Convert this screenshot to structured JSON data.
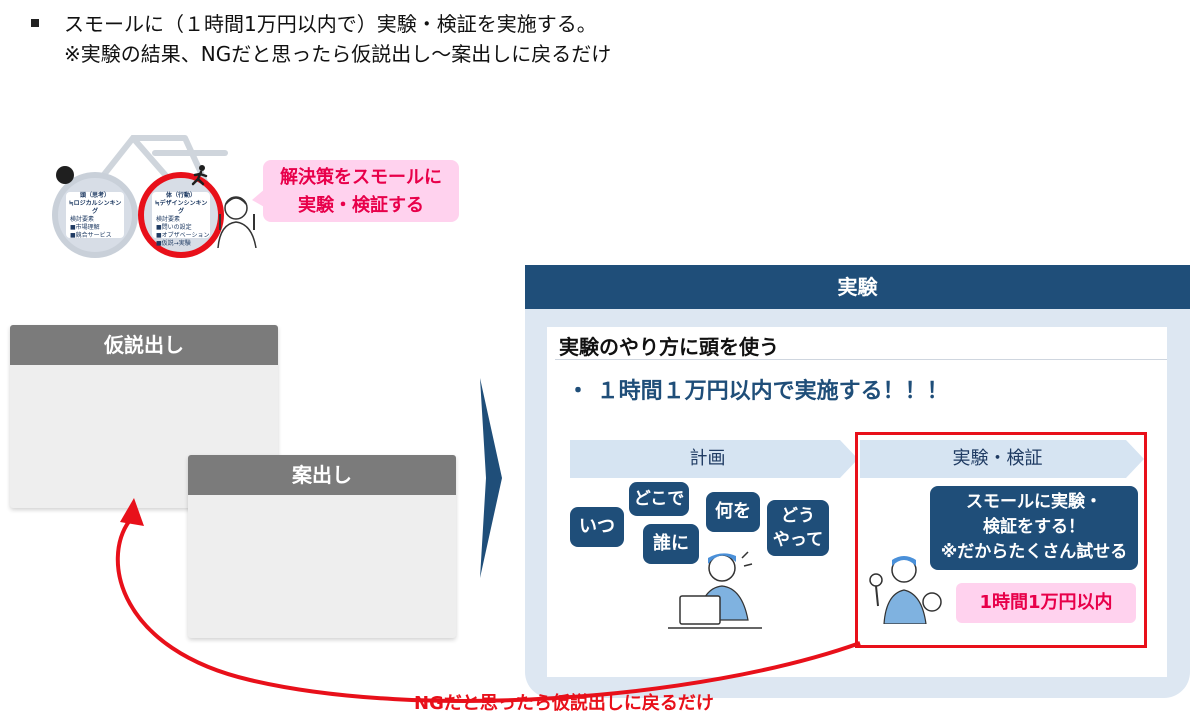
{
  "header": {
    "line1": "スモールに（１時間1万円以内で）実験・検証を実施する。",
    "line2": "※実験の結果、NGだと思ったら仮説出し～案出しに戻るだけ"
  },
  "bike": {
    "front_wheel": {
      "title": "頭（思考）",
      "subtitle": "≒ロジカルシンキング",
      "list_title": "検討要素",
      "items": [
        "■市場理解",
        "■競合サービス"
      ]
    },
    "rear_wheel": {
      "title": "体（行動）",
      "subtitle": "≒デザインシンキング",
      "list_title": "検討要素",
      "items": [
        "■問いの設定",
        "■オブザベーション",
        "■仮説→実験"
      ]
    },
    "bubble_line1": "解決策をスモールに",
    "bubble_line2": "実験・検証する"
  },
  "left": {
    "hypothesis_label": "仮説出し",
    "idea_label": "案出し"
  },
  "experiment": {
    "title": "実験",
    "subtitle": "実験のやり方に頭を使う",
    "bullet": "・ １時間１万円以内で実施する！！！",
    "steps": [
      "計画",
      "実験・検証"
    ],
    "questions": [
      "いつ",
      "どこで",
      "誰に",
      "何を",
      "どう",
      "やって"
    ],
    "speech_line1": "スモールに実験・",
    "speech_line2": "検証をする！",
    "speech_line3": "※だからたくさん試せる",
    "budget_tag": "1時間1万円以内"
  },
  "loop_text": "NGだと思ったら仮説出しに戻るだけ",
  "colors": {
    "navy": "#1f4e79",
    "red": "#e8101a",
    "pink": "#ffd2ee",
    "gray_head": "#7b7b7b",
    "light_blue": "#dde7f2"
  }
}
